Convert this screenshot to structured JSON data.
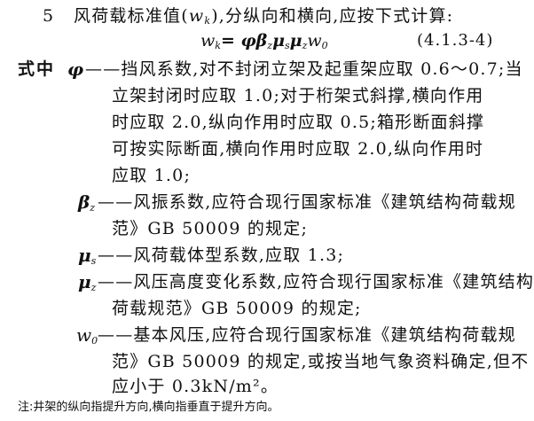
{
  "section": {
    "number": "5",
    "heading_pre": "风荷载标准值(",
    "heading_sym": "w",
    "heading_sub": "k",
    "heading_post": "),分纵向和横向,应按下式计算:"
  },
  "formula": {
    "lhs": "w",
    "lhs_sub": "k",
    "rhs": "= φβ",
    "rhs_parts": [
      "μ",
      "μ",
      "w"
    ],
    "subs": [
      "z",
      "s",
      "z",
      "0"
    ],
    "number": "(4.1.3-4)"
  },
  "where_label": "式中",
  "definitions": [
    {
      "symbol": "φ",
      "symbol_sub": "",
      "lines": [
        "——挡风系数,对不封闭立架及起重架应取 0.6～0.7;当",
        "立架封闭时应取 1.0;对于桁架式斜撑,横向作用",
        "时应取 2.0,纵向作用时应取 0.5;箱形断面斜撑",
        "可按实际断面,横向作用时应取 2.0,纵向作用时",
        "应取 1.0;"
      ]
    },
    {
      "symbol": "β",
      "symbol_sub": "z",
      "lines": [
        "——风振系数,应符合现行国家标准《建筑结构荷载规",
        "范》GB 50009 的规定;"
      ]
    },
    {
      "symbol": "μ",
      "symbol_sub": "s",
      "lines": [
        "——风荷载体型系数,应取 1.3;"
      ]
    },
    {
      "symbol": "μ",
      "symbol_sub": "z",
      "lines": [
        "——风压高度变化系数,应符合现行国家标准《建筑结构",
        "荷载规范》GB 50009 的规定;"
      ]
    },
    {
      "symbol": "w",
      "symbol_sub": "0",
      "lines": [
        "——基本风压,应符合现行国家标准《建筑结构荷载规",
        "范》GB 50009 的规定,或按当地气象资料确定,但不",
        "应小于 0.3kN/m²。"
      ]
    }
  ],
  "note": "注:井架的纵向指提升方向,横向指垂直于提升方向。"
}
